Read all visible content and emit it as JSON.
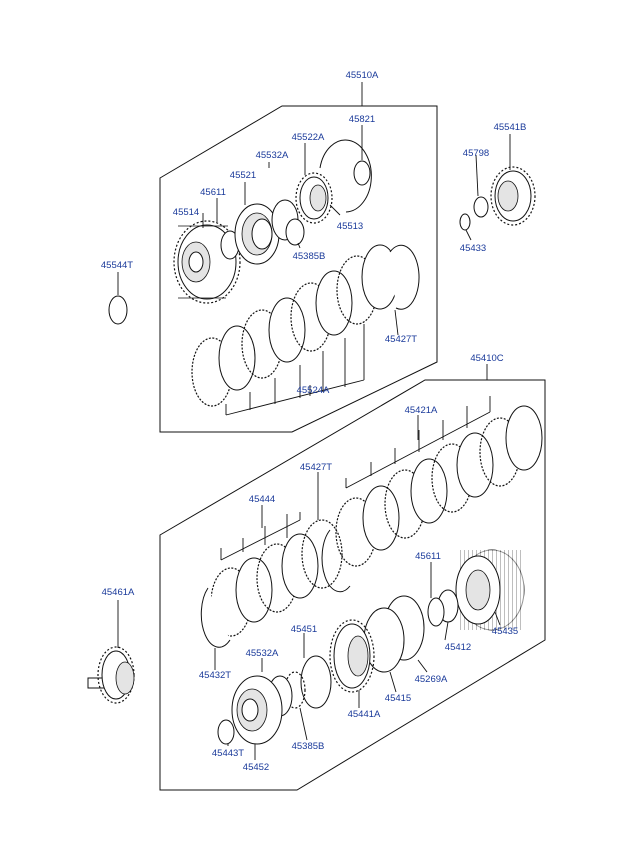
{
  "diagram": {
    "assemblies": [
      {
        "id": "upper",
        "part_no": "45510A"
      },
      {
        "id": "lower",
        "part_no": "45410C"
      }
    ],
    "labels": {
      "p45510A": "45510A",
      "p45821": "45821",
      "p45522A_u": "45522A",
      "p45532A_u": "45532A",
      "p45521": "45521",
      "p45611_u": "45611",
      "p45514": "45514",
      "p45513": "45513",
      "p45385B_u": "45385B",
      "p45541B": "45541B",
      "p45798": "45798",
      "p45433": "45433",
      "p45544T": "45544T",
      "p45427T_u": "45427T",
      "p45524A": "45524A",
      "p45410C": "45410C",
      "p45421A": "45421A",
      "p45427T_l": "45427T",
      "p45444": "45444",
      "p45611_l": "45611",
      "p45461A": "45461A",
      "p45451": "45451",
      "p45412": "45412",
      "p45435": "45435",
      "p45432T": "45432T",
      "p45532A_l": "45532A",
      "p45269A": "45269A",
      "p45415": "45415",
      "p45441A": "45441A",
      "p45443T": "45443T",
      "p45385B_l": "45385B",
      "p45452": "45452"
    }
  }
}
